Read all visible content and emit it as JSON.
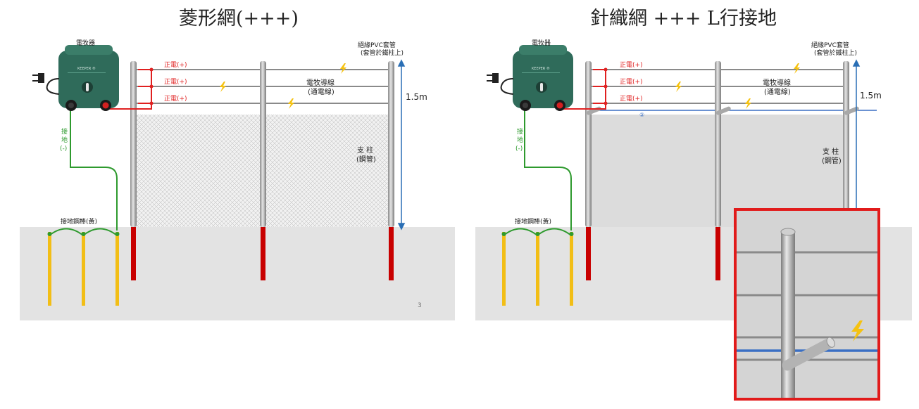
{
  "titles": {
    "left": "菱形網(+++)",
    "right": "針織網 +++ L行接地"
  },
  "labels": {
    "energizer": "電牧器",
    "brand": "KEEPER ®",
    "positive": "正電(+)",
    "conductor_line1": "電牧導線",
    "conductor_line2": "(通電線)",
    "insulator_line1": "絕緣PVC套管",
    "insulator_line2": "(套管於鐵柱上)",
    "height": "1.5m",
    "post_line1": "支 柱",
    "post_line2": "(鋼管)",
    "ground_ch1": "接",
    "ground_ch2": "地",
    "ground_ch3": "(-)",
    "ground_rod": "接地鋼棒(黃)",
    "small_mark": "②"
  },
  "page_number": "3",
  "colors": {
    "energizer_body": "#2f6b5a",
    "positive_wire": "#e02020",
    "ground_wire": "#2e9a2e",
    "ground_rod": "#f2be16",
    "post_red": "#c80000",
    "height_arrow": "#2a6fb5",
    "blue_wire": "#3a6fc4",
    "zoom_frame": "#e11b1b",
    "ground": "#e3e3e3",
    "bolt": "#f5c211"
  },
  "icons": [
    "plug-icon",
    "lightning-bolt-icon"
  ]
}
